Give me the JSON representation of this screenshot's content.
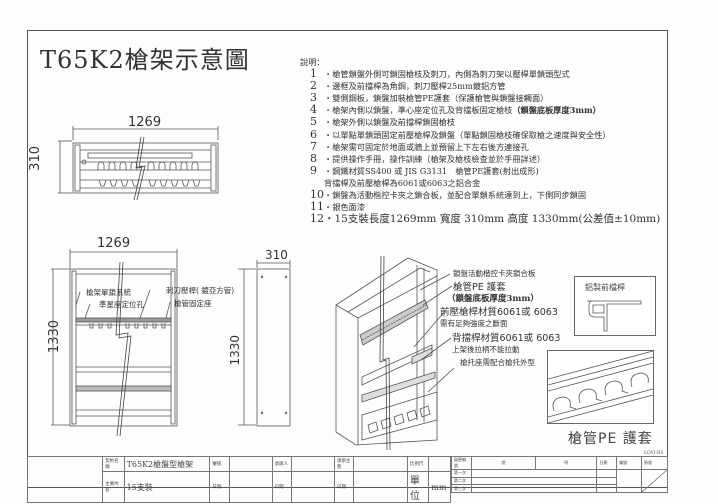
{
  "title": "T65K2槍架示意圖",
  "notes": {
    "header": "說明：",
    "items": [
      {
        "num": "1",
        "text": "・槍管鎖盤外側可鎖固槍枝及刺刀，內側為刺刀架以壓桿單鎖頭型式"
      },
      {
        "num": "2",
        "text": "・邊框及前擋桿為角鋼，刺刀壓桿25mm鍍鋁方管"
      },
      {
        "num": "3",
        "text": "・雙側鋼板，鎖盤加裝槍管PE護套（保護槍管與鎖盤接觸面）"
      },
      {
        "num": "4",
        "text": "・槍架內側以鎖盤，準心座定位孔及背擋板固定槍枝",
        "bold": "（鎖盤底板厚度3mm）"
      },
      {
        "num": "5",
        "text": "・槍架外側以鎖盤及前擋桿鎖固槍枝"
      },
      {
        "num": "6",
        "text": "・以單點單鎖頭固定前壓槍桿及鎖盤（單點鎖固槍枝確保取槍之速度與安全性）"
      },
      {
        "num": "7",
        "text": "・槍架需可固定於地面或牆上並預留上下左右後方連接孔"
      },
      {
        "num": "8",
        "text": "・提供操作手冊，操作訓練（槍架及槍枝檢查並於手冊詳述）"
      },
      {
        "num": "9",
        "text": "・鋼鐵材質SS400 或 JIS G3131　槍管PE護套(射出成形)"
      },
      {
        "num": "",
        "text": "背擋桿及前壓槍桿為6061或6063之鋁合金"
      },
      {
        "num": "10",
        "text": "・鎖盤為活動楷控卡夾之鎖合板，並配合單鎖系統達到上，下側同步鎖固"
      },
      {
        "num": "11",
        "text": "・銀色面漆"
      },
      {
        "num": "12",
        "text": "・15支裝長度1269mm 寬度 310mm 高度 1330mm(公差值±10mm)"
      }
    ]
  },
  "top_view": {
    "width_dim": "1269",
    "depth_dim": "310"
  },
  "front_view": {
    "width_dim": "1269",
    "height_dim": "1330",
    "callouts": [
      "槍架單鎖系統",
      "準星座定位孔",
      "刺刀壓桿( 鍍亞方管)",
      "槍管固定座"
    ]
  },
  "side_view": {
    "width_dim": "310",
    "height_dim": "1330"
  },
  "iso_view": {
    "callouts": [
      "鎖盤活動楷控卡夾鎖合板",
      "槍管PE 護套",
      "（鎖盤底板厚度3mm）",
      "前壓槍桿材質6061或 6063",
      "需有足夠強度之斷面",
      "背擋桿材質6061或 6063",
      "上架後拉柄不能拉動",
      "槍托座需配合槍托外型"
    ]
  },
  "inset_rail": {
    "label": "鋁製前檔桿"
  },
  "inset_pe": {
    "caption": "槍管PE 護套"
  },
  "title_block": {
    "code": "LOYI-RS",
    "row1": {
      "label1": "契約名稱",
      "value1": "T65K2槍盤型槍架",
      "label2": "審核",
      "label3": "承辦人",
      "label4": "承辦主管",
      "label5": "比例尺"
    },
    "row2": {
      "label1": "主要內容",
      "value1": "15支裝",
      "label2": "日期",
      "label3": "日期",
      "label4": "日期",
      "label5": "單位",
      "unit": "mm"
    },
    "rev_header": [
      "變更編號",
      "說",
      "明",
      "日期",
      "編號",
      "張號"
    ],
    "rev_rows": [
      "第一次",
      "第二次",
      "第三次"
    ]
  }
}
